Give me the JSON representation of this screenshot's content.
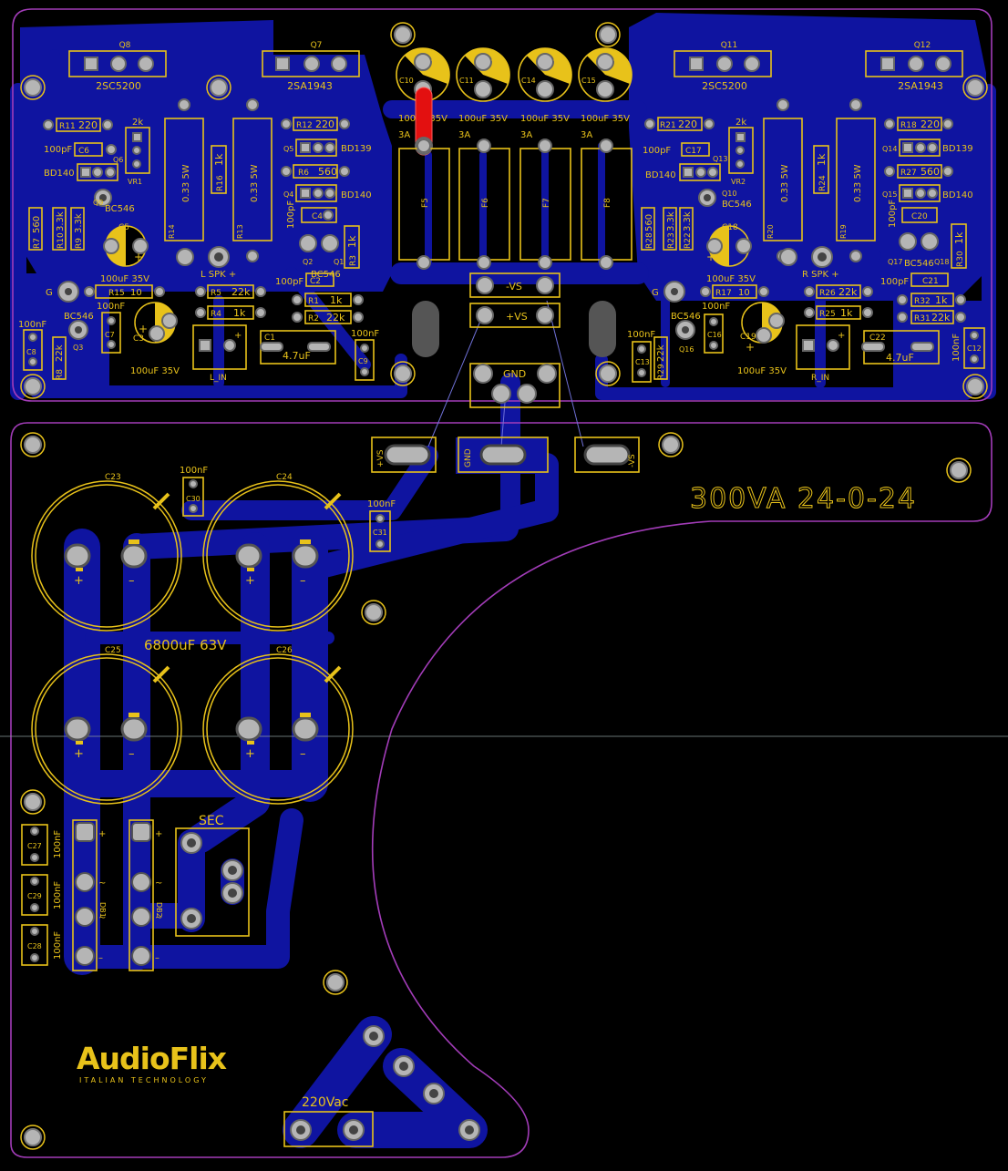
{
  "board": {
    "transformer_label": "300VA 24-0-24",
    "mains_label": "220Vac",
    "secondary_label": "SEC",
    "reservoir_caps_label": "6800uF 63V",
    "logo": {
      "name": "AudioFlix",
      "tagline": "ITALIAN TECHNOLOGY"
    }
  },
  "connectors": {
    "vs_neg": "-VS",
    "vs_pos": "+VS",
    "gnd": "GND",
    "l_spk": "L SPK +",
    "r_spk": "R SPK +",
    "l_in": "L_IN",
    "r_in": "R_IN",
    "psu_pos": "+VS",
    "psu_gnd": "GND",
    "psu_neg": "-VS"
  },
  "transistors": {
    "q8": [
      "Q8",
      "2SC5200"
    ],
    "q7": [
      "Q7",
      "2SA1943"
    ],
    "q11": [
      "Q11",
      "2SC5200"
    ],
    "q12": [
      "Q12",
      "2SA1943"
    ],
    "q5": [
      "Q5",
      "BD139"
    ],
    "q4": [
      "Q4",
      "BD140"
    ],
    "q6": [
      "Q6",
      "BD140"
    ],
    "q14": [
      "Q14",
      "BD139"
    ],
    "q15": [
      "Q15",
      "BD140"
    ],
    "q13": [
      "Q13",
      "BD140"
    ],
    "q9": [
      "Q9",
      "BC546"
    ],
    "q2": "Q2",
    "q1": "Q1",
    "q3": [
      "Q3",
      "BC546"
    ],
    "q10": [
      "Q10",
      "BC546"
    ],
    "q17": "Q17",
    "q18": "Q18",
    "q16": [
      "Q16",
      "BC546"
    ],
    "bc546": "BC546"
  },
  "caps": {
    "c10": "C10",
    "c11": "C11",
    "c14": "C14",
    "c15": "C15",
    "cap100u35": "100uF 35V",
    "fuse_rating": "3A",
    "c5": "C5",
    "c3": "C3",
    "c18": "C18",
    "c19": "C19",
    "c23": "C23",
    "c24": "C24",
    "c25": "C25",
    "c26": "C26",
    "c1": "C1",
    "c22": "C22",
    "cap47u": "4.7uF",
    "c6": "C6",
    "c4": "C4",
    "c2": "C2",
    "c17": "C17",
    "c20": "C20",
    "c21": "C21",
    "p100": "100pF",
    "n100": "100nF",
    "c8": "C8",
    "c7": "C7",
    "c9": "C9",
    "c13": "C13",
    "c16": "C16",
    "c12": "C12",
    "c30": "C30",
    "c31": "C31",
    "c27": "C27",
    "c29": "C29",
    "c28": "C28"
  },
  "resistors": {
    "r11": [
      "R11",
      "220"
    ],
    "r12": [
      "R12",
      "220"
    ],
    "r6": [
      "R6",
      "560"
    ],
    "r21": [
      "R21",
      "220"
    ],
    "r18": [
      "R18",
      "220"
    ],
    "r27": [
      "R27",
      "560"
    ],
    "r15": [
      "R15",
      "10"
    ],
    "r5": [
      "R5",
      "22k"
    ],
    "r4": [
      "R4",
      "1k"
    ],
    "r1": [
      "R1",
      "1k"
    ],
    "r2": [
      "R2",
      "22k"
    ],
    "r17": [
      "R17",
      "10"
    ],
    "r26": [
      "R26",
      "22k"
    ],
    "r25": [
      "R25",
      "1k"
    ],
    "r32": [
      "R32",
      "1k"
    ],
    "r31": [
      "R31",
      "22k"
    ],
    "r14": "R14",
    "r13": "R13",
    "r20": "R20",
    "r19": "R19",
    "r_power": "0.33 5W",
    "r16": [
      "R16",
      "1k"
    ],
    "r24": [
      "R24",
      "1k"
    ],
    "r3": [
      "R3",
      "1k"
    ],
    "r30": [
      "R30",
      "1k"
    ],
    "r7": [
      "R7",
      "560"
    ],
    "r10": [
      "R10",
      "3.3k"
    ],
    "r9": [
      "R9",
      "3.3k"
    ],
    "r28": [
      "R28",
      "560"
    ],
    "r23": [
      "R23",
      "3.3k"
    ],
    "r22": [
      "R22",
      "3.3k"
    ],
    "r8": [
      "R8",
      "22k"
    ],
    "r29": [
      "R29",
      "22k"
    ],
    "vr1": [
      "VR1",
      "2k"
    ],
    "vr2": [
      "VR2",
      "2k"
    ]
  },
  "fuses": [
    "F5",
    "F6",
    "F7",
    "F8"
  ],
  "bridges": [
    "DB1",
    "DB2"
  ],
  "misc": {
    "g": "G",
    "plus": "+",
    "minus": "–",
    "tilde": "~"
  }
}
